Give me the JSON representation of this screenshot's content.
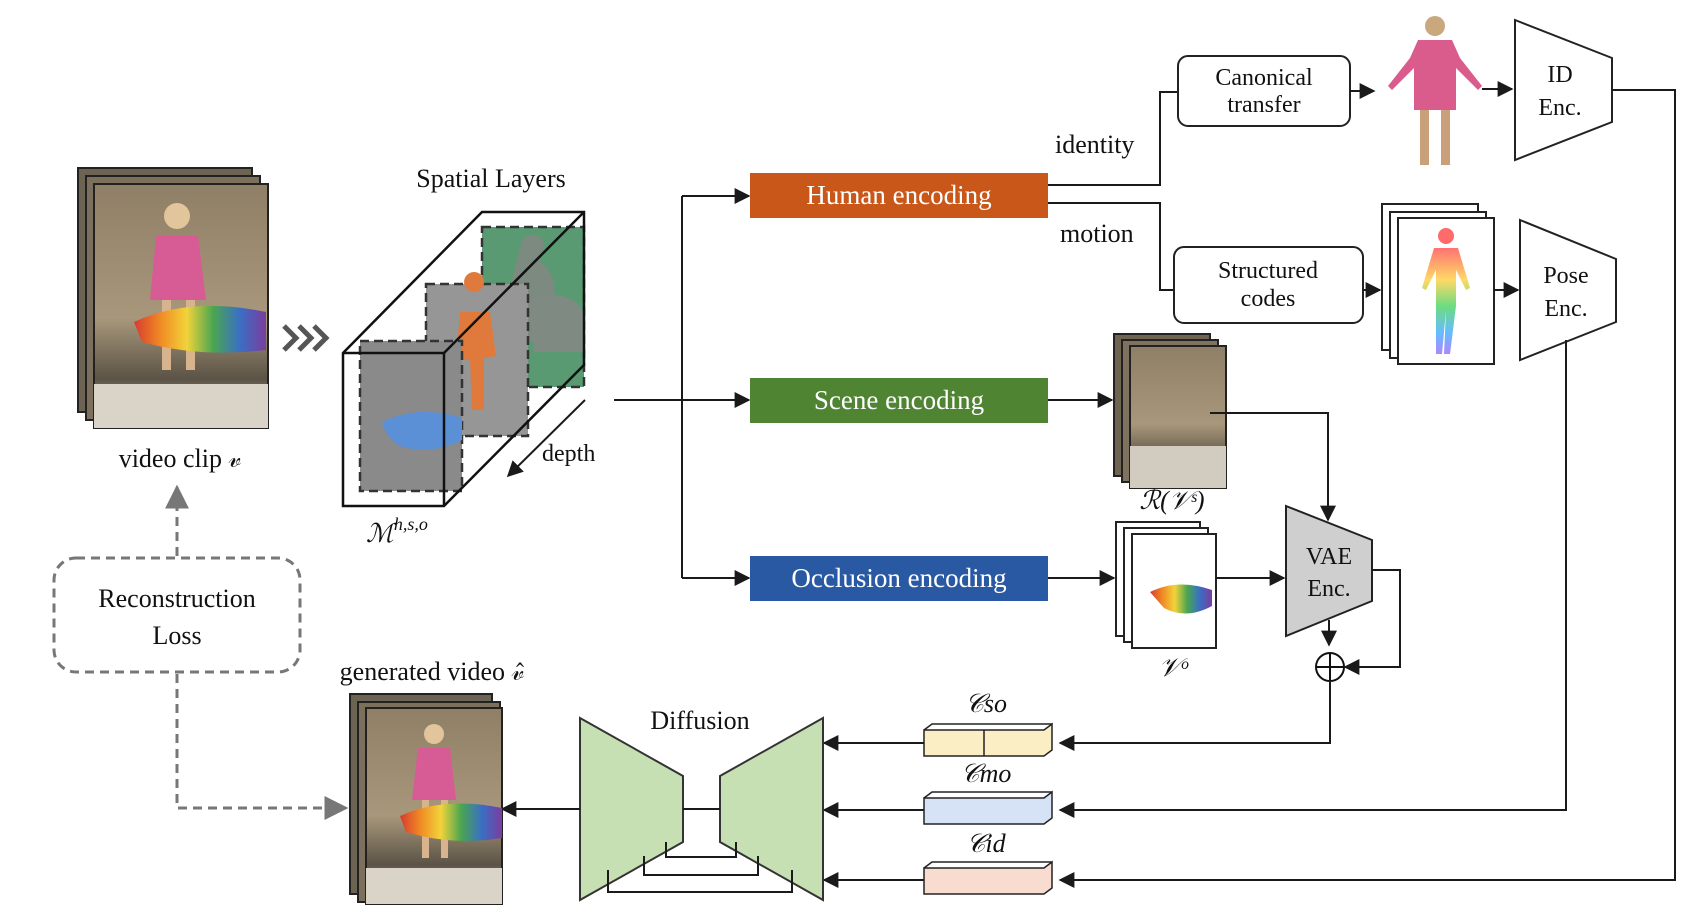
{
  "input": {
    "label": "video clip 𝓋"
  },
  "spatial": {
    "title": "Spatial Layers",
    "depth_label": "depth",
    "mask_label": "ℳ",
    "mask_superscript": "h,s,o"
  },
  "encodings": {
    "human": {
      "label": "Human encoding",
      "color": "#c9571a"
    },
    "scene": {
      "label": "Scene encoding",
      "color": "#4f8433"
    },
    "occlusion": {
      "label": "Occlusion encoding",
      "color": "#2a59a3"
    }
  },
  "branches": {
    "identity": "identity",
    "motion": "motion"
  },
  "boxes": {
    "canonical": [
      "Canonical",
      "transfer"
    ],
    "structured": [
      "Structured",
      "codes"
    ],
    "id_enc": [
      "ID",
      "Enc."
    ],
    "pose_enc": [
      "Pose",
      "Enc."
    ],
    "vae_enc": [
      "VAE",
      "Enc."
    ]
  },
  "outputs": {
    "scene_frames": "ℛ(𝒱ˢ)",
    "occlusion_frames": "𝒱ᵒ"
  },
  "conditions": {
    "c_so": "𝒞so",
    "c_mo": "𝒞mo",
    "c_id": "𝒞id"
  },
  "diffusion": {
    "label": "Diffusion"
  },
  "loss": {
    "label": [
      "Reconstruction",
      "Loss"
    ]
  },
  "generated": {
    "label": "generated video 𝓋̂"
  },
  "colors": {
    "cube_gray": "#8a8a8a",
    "human_layer": "#e07a3c",
    "scene_layer": "#5a9a72",
    "occlusion_layer": "#5b8fd6",
    "diffusion_fill": "#c6e0b4",
    "vae_fill": "#cfcfcf",
    "c_so_fill": "#fbeec5",
    "c_mo_fill": "#d6e2f5",
    "c_id_fill": "#f8dcd0"
  }
}
